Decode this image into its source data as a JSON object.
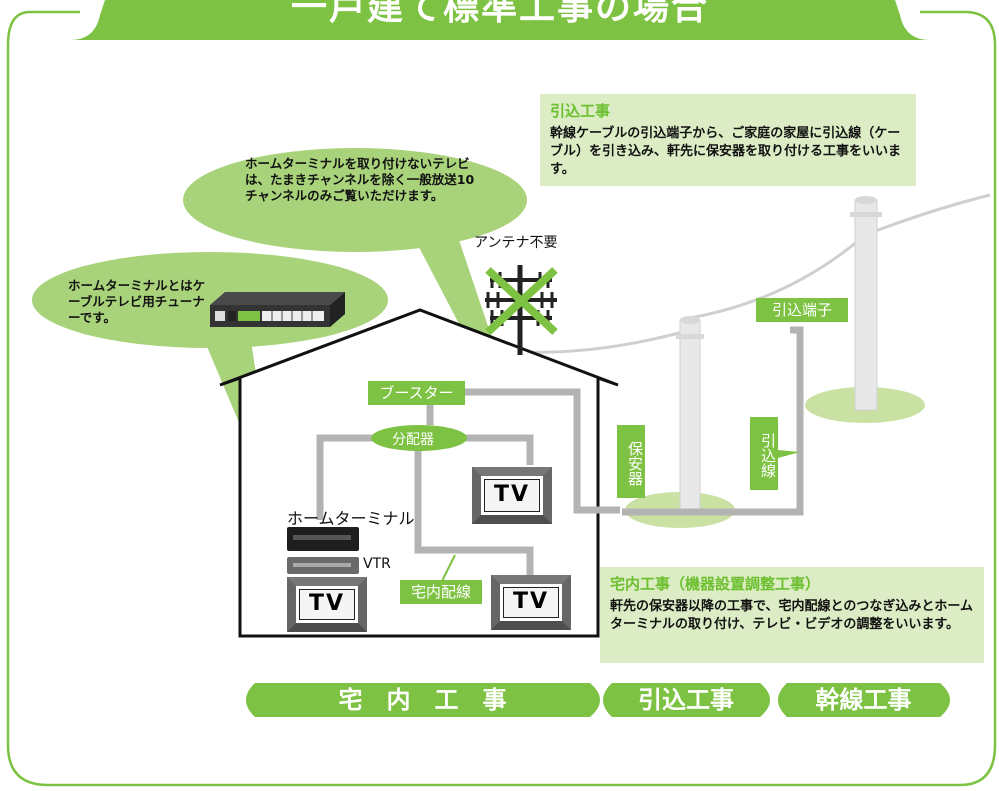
{
  "title": "一戸建て標準工事の場合",
  "notes": {
    "hikikomi": {
      "heading": "引込工事",
      "text": "幹線ケーブルの引込端子から、ご家庭の家屋に引込線（ケーブル）を引き込み、軒先に保安器を取り付ける工事をいいます。"
    },
    "takunai": {
      "heading": "宅内工事（機器設置調整工事）",
      "text": "軒先の保安器以降の工事で、宅内配線とのつなぎ込みとホームターミナルの取り付け、テレビ・ビデオの調整をいいます。"
    }
  },
  "bubbles": {
    "home_terminal": "ホームターミナルとはケーブルテレビ用チューナーです。",
    "tv_note": "ホームターミナルを取り付けないテレビは、たまきチャンネルを除く一般放送10チャンネルのみご覧いただけます。"
  },
  "labels": {
    "antenna": "アンテナ不要",
    "booster": "ブースター",
    "splitter": "分配器",
    "protector": "保安器",
    "drop_wire": "引込線",
    "drop_terminal": "引込端子",
    "home_terminal": "ホームターミナル",
    "vtr": "VTR",
    "indoor_wiring": "宅内配線",
    "tv": "TV"
  },
  "footer": {
    "takunai": "宅　内　工　事",
    "hikikomi": "引込工事",
    "kansen": "幹線工事"
  },
  "colors": {
    "green": "#7dc242",
    "light_green": "#c9e2a4",
    "bubble_green": "#a9d37a",
    "cable_gray": "#b3b3b3"
  }
}
